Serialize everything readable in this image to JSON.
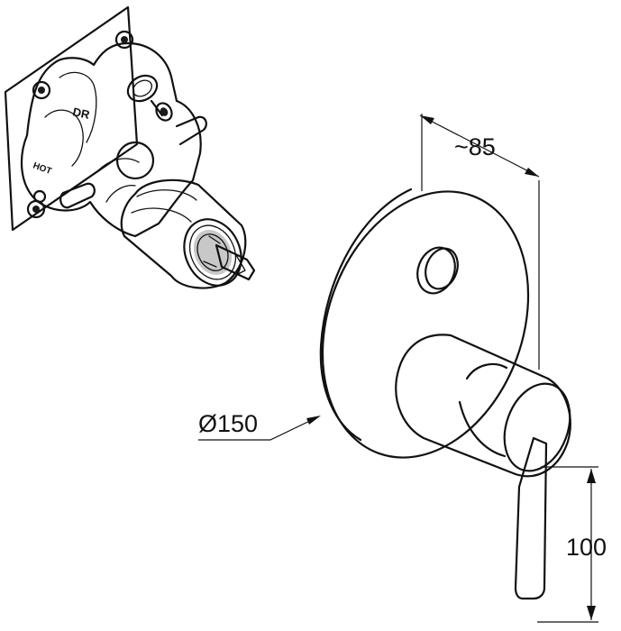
{
  "dimensions": {
    "depth_label": "~85",
    "diameter_label": "Ø150",
    "lever_height_label": "100"
  },
  "valve_body": {
    "label_dr": "DR",
    "label_hot": "HOT"
  },
  "colors": {
    "line": "#111111",
    "background": "#ffffff",
    "shading": "#c8c8c8"
  }
}
